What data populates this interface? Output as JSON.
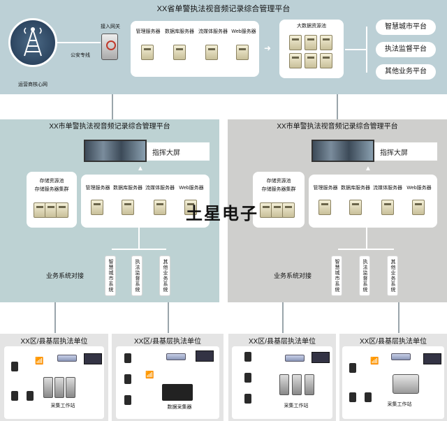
{
  "province": {
    "title": "XX省单警执法视音频记录综合管理平台",
    "core_network": "运营商核心网",
    "police_line": "公安专线",
    "gateway": "接入网关",
    "servers": [
      "管理服务器",
      "数据库服务器",
      "流媒体服务器",
      "Web服务器"
    ],
    "big_data_pool": "大数据资源池",
    "platforms": [
      "智慧城市平台",
      "执法监督平台",
      "其他业务平台"
    ]
  },
  "city_left": {
    "title": "XX市单警执法视音频记录综合管理平台",
    "command_screen": "指挥大屏",
    "storage_pool": "存储资源池",
    "storage_cluster": "存储服务器集群",
    "servers": [
      "管理服务器",
      "数据库服务器",
      "流媒体服务器",
      "Web服务器"
    ],
    "business_docking": "业务系统对接",
    "systems": [
      "智慧城市系统",
      "执法监督系统",
      "其他业务系统"
    ]
  },
  "city_right": {
    "title": "XX市单警执法视音频记录综合管理平台",
    "command_screen": "指挥大屏",
    "storage_pool": "存储资源池",
    "storage_cluster": "存储服务器集群",
    "servers": [
      "管理服务器",
      "数据库服务器",
      "流媒体服务器",
      "Web服务器"
    ],
    "business_docking": "业务系统对接",
    "systems": [
      "智慧城市系统",
      "执法监督系统",
      "其他业务系统"
    ]
  },
  "units": [
    {
      "title": "XX区/县基层执法单位",
      "station": "采集工作站"
    },
    {
      "title": "XX区/县基层执法单位",
      "station": "数据采集器"
    },
    {
      "title": "XX区/县基层执法单位",
      "station": "采集工作站"
    },
    {
      "title": "XX区/县基层执法单位",
      "station": "采集工作站"
    }
  ],
  "watermark": "土星电子",
  "colors": {
    "province_bg": "#bcd0d6",
    "city_left_bg": "#bdd2d3",
    "city_right_bg": "#cfcfcd",
    "unit_bg": "#e4e4e4"
  }
}
